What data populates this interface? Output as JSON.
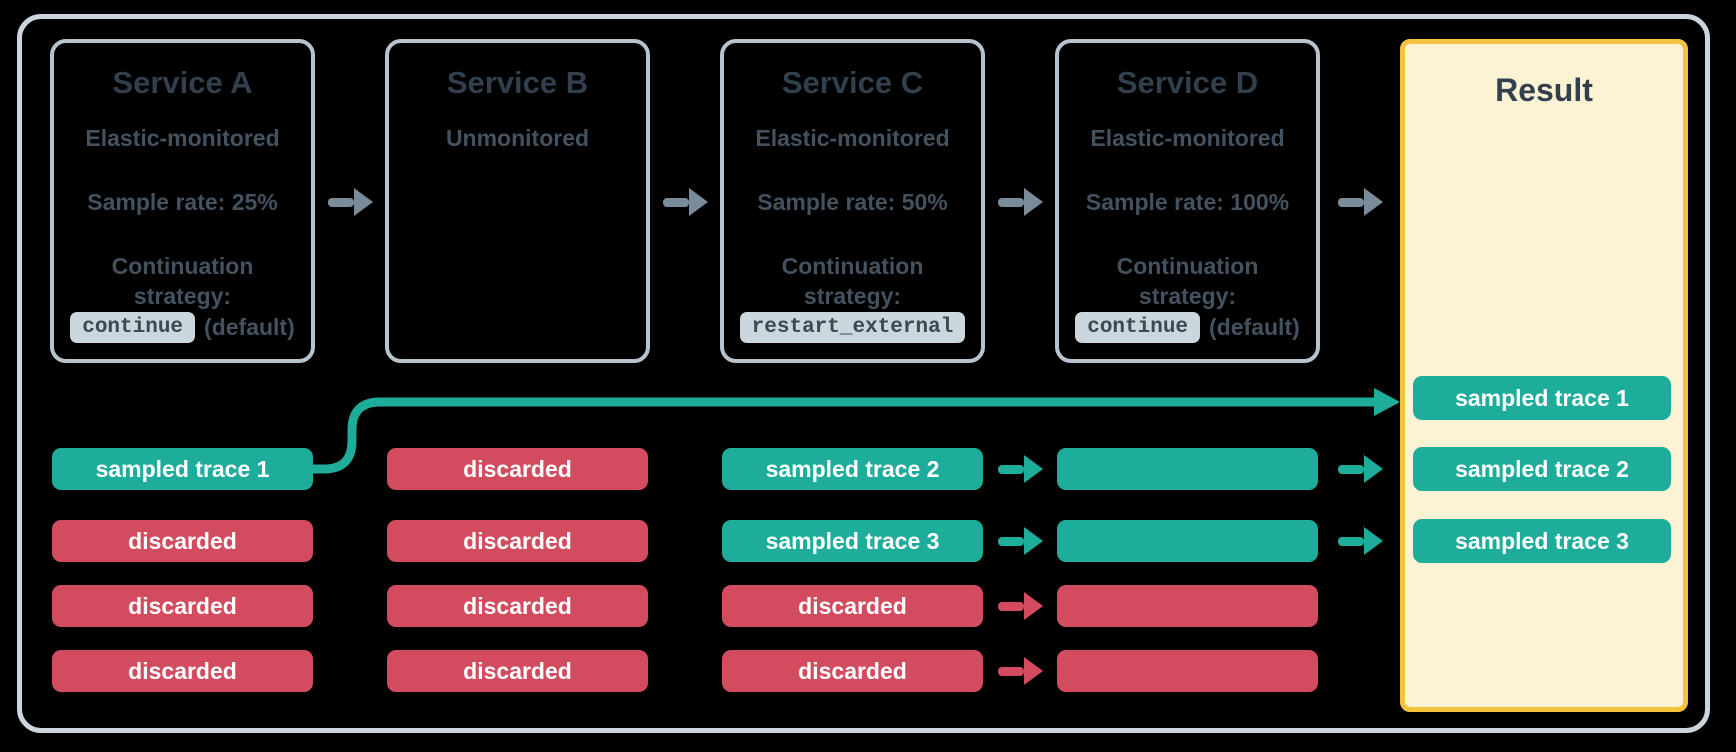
{
  "colors": {
    "background": "#000000",
    "frame_border": "#ccd5dd",
    "box_border": "#b7c3cf",
    "title_text": "#323f4c",
    "body_text": "#44525f",
    "chip_bg": "#ccd6dd",
    "chip_text": "#3b4955",
    "arrow_gray": "#7a8b99",
    "teal": "#1fad9b",
    "red": "#d34b5f",
    "result_border": "#f2c33c",
    "result_bg": "#fcf2d4",
    "pill_text": "#ffffff"
  },
  "services": [
    {
      "title": "Service A",
      "subtitle": "Elastic-monitored",
      "sample_rate": "Sample rate: 25%",
      "strategy_label": "Continuation strategy:",
      "strategy_code": "continue",
      "strategy_suffix": "(default)"
    },
    {
      "title": "Service B",
      "subtitle": "Unmonitored"
    },
    {
      "title": "Service C",
      "subtitle": "Elastic-monitored",
      "sample_rate": "Sample rate: 50%",
      "strategy_label": "Continuation strategy:",
      "strategy_code": "restart_external"
    },
    {
      "title": "Service D",
      "subtitle": "Elastic-monitored",
      "sample_rate": "Sample rate: 100%",
      "strategy_label": "Continuation strategy:",
      "strategy_code": "continue",
      "strategy_suffix": "(default)"
    }
  ],
  "columns": [
    {
      "service": "Service A",
      "pills": [
        {
          "label": "sampled trace 1",
          "type": "sampled"
        },
        {
          "label": "discarded",
          "type": "discarded"
        },
        {
          "label": "discarded",
          "type": "discarded"
        },
        {
          "label": "discarded",
          "type": "discarded"
        }
      ]
    },
    {
      "service": "Service B",
      "pills": [
        {
          "label": "discarded",
          "type": "discarded"
        },
        {
          "label": "discarded",
          "type": "discarded"
        },
        {
          "label": "discarded",
          "type": "discarded"
        },
        {
          "label": "discarded",
          "type": "discarded"
        }
      ]
    },
    {
      "service": "Service C",
      "pills": [
        {
          "label": "sampled trace 2",
          "type": "sampled"
        },
        {
          "label": "sampled trace 3",
          "type": "sampled"
        },
        {
          "label": "discarded",
          "type": "discarded"
        },
        {
          "label": "discarded",
          "type": "discarded"
        }
      ]
    },
    {
      "service": "Service D",
      "pills": [
        {
          "label": "",
          "type": "sampled"
        },
        {
          "label": "",
          "type": "sampled"
        },
        {
          "label": "",
          "type": "discarded"
        },
        {
          "label": "",
          "type": "discarded"
        }
      ]
    }
  ],
  "result": {
    "title": "Result",
    "pills": [
      {
        "label": "sampled trace 1",
        "type": "sampled"
      },
      {
        "label": "sampled trace 2",
        "type": "sampled"
      },
      {
        "label": "sampled trace 3",
        "type": "sampled"
      }
    ]
  }
}
